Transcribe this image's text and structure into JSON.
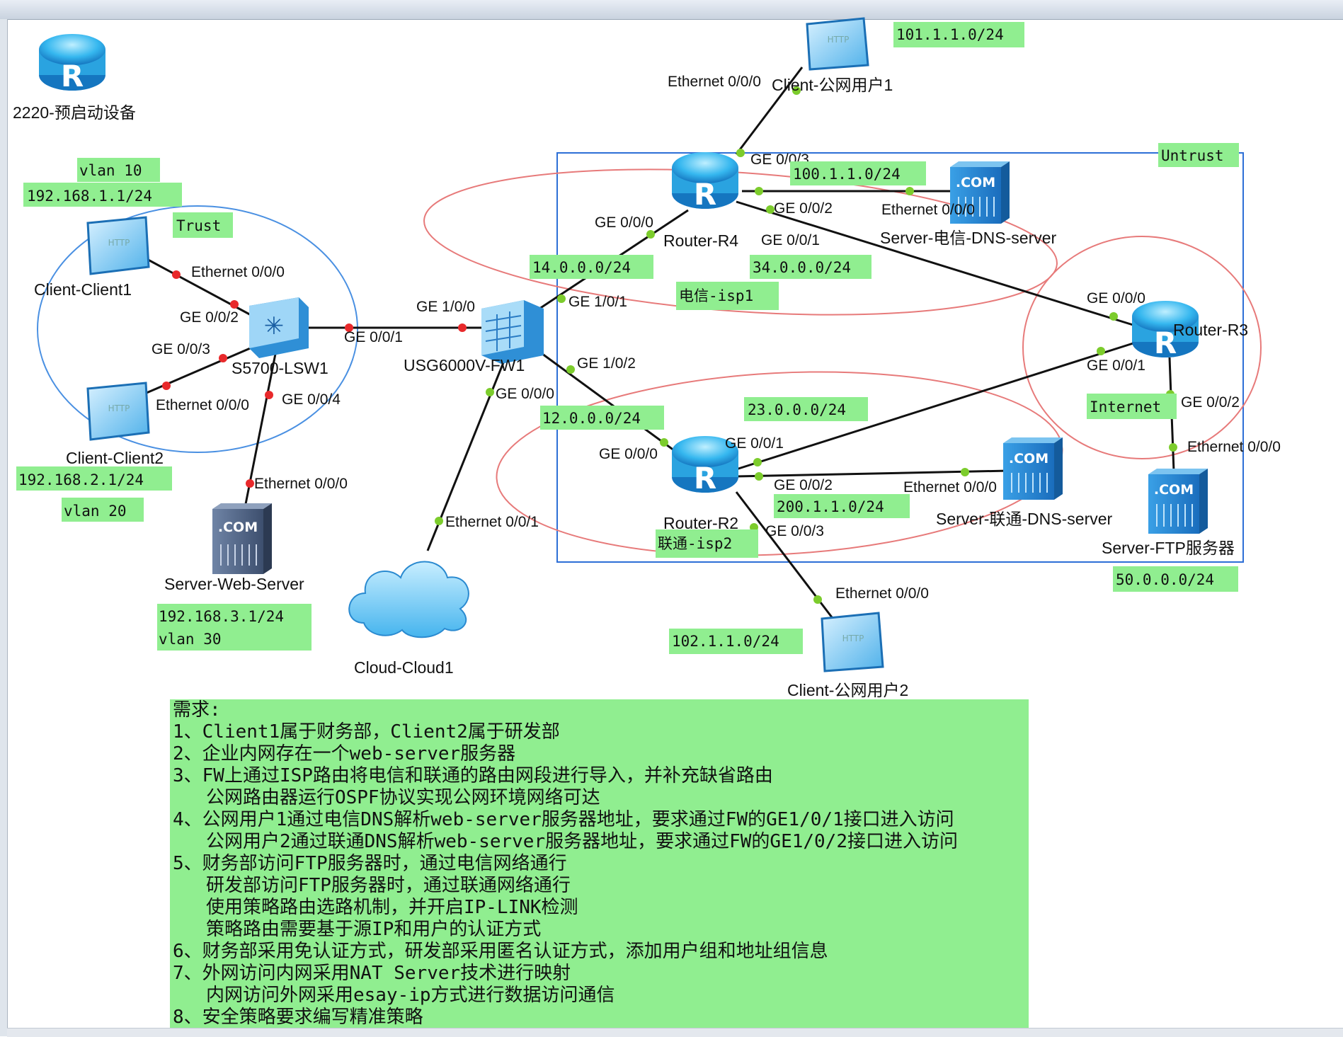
{
  "preboot": {
    "label": "2220-预启动设备"
  },
  "devices": {
    "client1": "Client-Client1",
    "client2": "Client-Client2",
    "lsw1": "S5700-LSW1",
    "web_server": "Server-Web-Server",
    "fw1": "USG6000V-FW1",
    "cloud1": "Cloud-Cloud1",
    "r4": "Router-R4",
    "r2": "Router-R2",
    "r3": "Router-R3",
    "dns_telecom": "Server-电信-DNS-server",
    "dns_unicom": "Server-联通-DNS-server",
    "ftp": "Server-FTP服务器",
    "pub_user1": "Client-公网用户1",
    "pub_user2": "Client-公网用户2"
  },
  "device_icons": {
    "client1": "http-client-icon",
    "client2": "http-client-icon",
    "lsw1": "switch-icon",
    "web_server": "server-icon",
    "fw1": "firewall-icon",
    "cloud1": "cloud-icon",
    "r4": "router-icon",
    "r2": "router-icon",
    "r3": "router-icon",
    "preboot": "router-icon",
    "dns_telecom": "server-icon",
    "dns_unicom": "server-icon",
    "ftp": "server-icon",
    "pub_user1": "http-client-icon",
    "pub_user2": "http-client-icon"
  },
  "ports": {
    "c1_eth": "Ethernet 0/0/0",
    "lsw_ge2": "GE 0/0/2",
    "lsw_ge3": "GE 0/0/3",
    "c2_eth": "Ethernet 0/0/0",
    "lsw_ge4": "GE 0/0/4",
    "web_eth": "Ethernet 0/0/0",
    "lsw_ge1": "GE 0/0/1",
    "fw_ge100": "GE 1/0/0",
    "fw_ge101": "GE 1/0/1",
    "fw_ge102": "GE 1/0/2",
    "fw_ge000": "GE 0/0/0",
    "cloud_eth": "Ethernet 0/0/1",
    "r4_ge0": "GE 0/0/0",
    "r4_ge3": "GE 0/0/3",
    "r4_ge2": "GE 0/0/2",
    "r4_ge1": "GE 0/0/1",
    "dns1_eth": "Ethernet 0/0/0",
    "pub1_eth": "Ethernet 0/0/0",
    "r3_ge0": "GE 0/0/0",
    "r3_ge1": "GE 0/0/1",
    "r3_ge2": "GE 0/0/2",
    "ftp_eth": "Ethernet 0/0/0",
    "r2_ge0": "GE 0/0/0",
    "r2_ge1": "GE 0/0/1",
    "r2_ge2": "GE 0/0/2",
    "r2_ge3": "GE 0/0/3",
    "dns2_eth": "Ethernet 0/0/0",
    "pub2_eth": "Ethernet 0/0/0"
  },
  "tags": {
    "vlan10": "vlan 10",
    "net1": "192.168.1.1/24",
    "trust": "Trust",
    "net2": "192.168.2.1/24",
    "vlan20": "vlan 20",
    "net3": "192.168.3.1/24",
    "vlan30": "vlan 30",
    "pub1_net": "101.1.1.0/24",
    "r4_dns_net": "100.1.1.0/24",
    "untrust": "Untrust",
    "fw_r4_net": "14.0.0.0/24",
    "r4_r3_net": "34.0.0.0/24",
    "isp1": "电信-isp1",
    "fw_r2_net": "12.0.0.0/24",
    "r2_r3_net": "23.0.0.0/24",
    "internet": "Internet",
    "r2_dns_net": "200.1.1.0/24",
    "isp2": "联通-isp2",
    "ftp_net": "50.0.0.0/24",
    "pub2_net": "102.1.1.0/24"
  },
  "requirements": {
    "title": "需求:",
    "lines": [
      "1、Client1属于财务部，Client2属于研发部",
      "2、企业内网存在一个web-server服务器",
      "3、FW上通过ISP路由将电信和联通的路由网段进行导入，并补充缺省路由",
      "   公网路由器运行OSPF协议实现公网环境网络可达",
      "4、公网用户1通过电信DNS解析web-server服务器地址，要求通过FW的GE1/0/1接口进入访问",
      "   公网用户2通过联通DNS解析web-server服务器地址，要求通过FW的GE1/0/2接口进入访问",
      "5、财务部访问FTP服务器时，通过电信网络通行",
      "   研发部访问FTP服务器时，通过联通网络通行",
      "   使用策略路由选路机制，并开启IP-LINK检测",
      "   策略路由需要基于源IP和用户的认证方式",
      "6、财务部采用免认证方式，研发部采用匿名认证方式，添加用户组和地址组信息",
      "7、外网访问内网采用NAT Server技术进行映射",
      "   内网访问外网采用esay-ip方式进行数据访问通信",
      "8、安全策略要求编写精准策略"
    ]
  },
  "colors": {
    "tag_bg": "#90ee90",
    "dot_red": "#e8292b",
    "dot_green": "#7ccc2c",
    "trust_ellipse": "#4a90e2",
    "isp_ellipse": "#e77a7a",
    "untrust_box": "#2d6fd6"
  }
}
